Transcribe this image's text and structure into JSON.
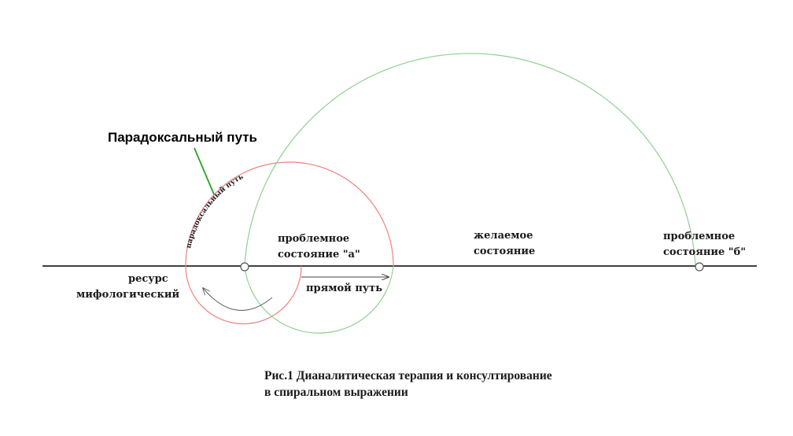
{
  "callout": {
    "text": "Парадоксальный путь"
  },
  "arc_label": {
    "text": "парадоксальный путь"
  },
  "labels": {
    "problem_a": [
      "проблемное",
      "состояние \"а\""
    ],
    "desired": [
      "желаемое",
      "состояние"
    ],
    "problem_b": [
      "проблемное",
      "состояние \"б\""
    ],
    "resource": [
      "ресурс",
      "мифологический"
    ],
    "direct_path": "прямой путь"
  },
  "caption": {
    "line1": "Рис.1 Дианалитическая терапия и консултирование",
    "line2": "в спиральном выражении"
  },
  "colors": {
    "axis": "#000000",
    "red_spiral": "#f08080",
    "green_spiral": "#90d090",
    "callout_line": "#2aa02a",
    "arrow": "#444444",
    "curved_arrow": "#666666"
  }
}
